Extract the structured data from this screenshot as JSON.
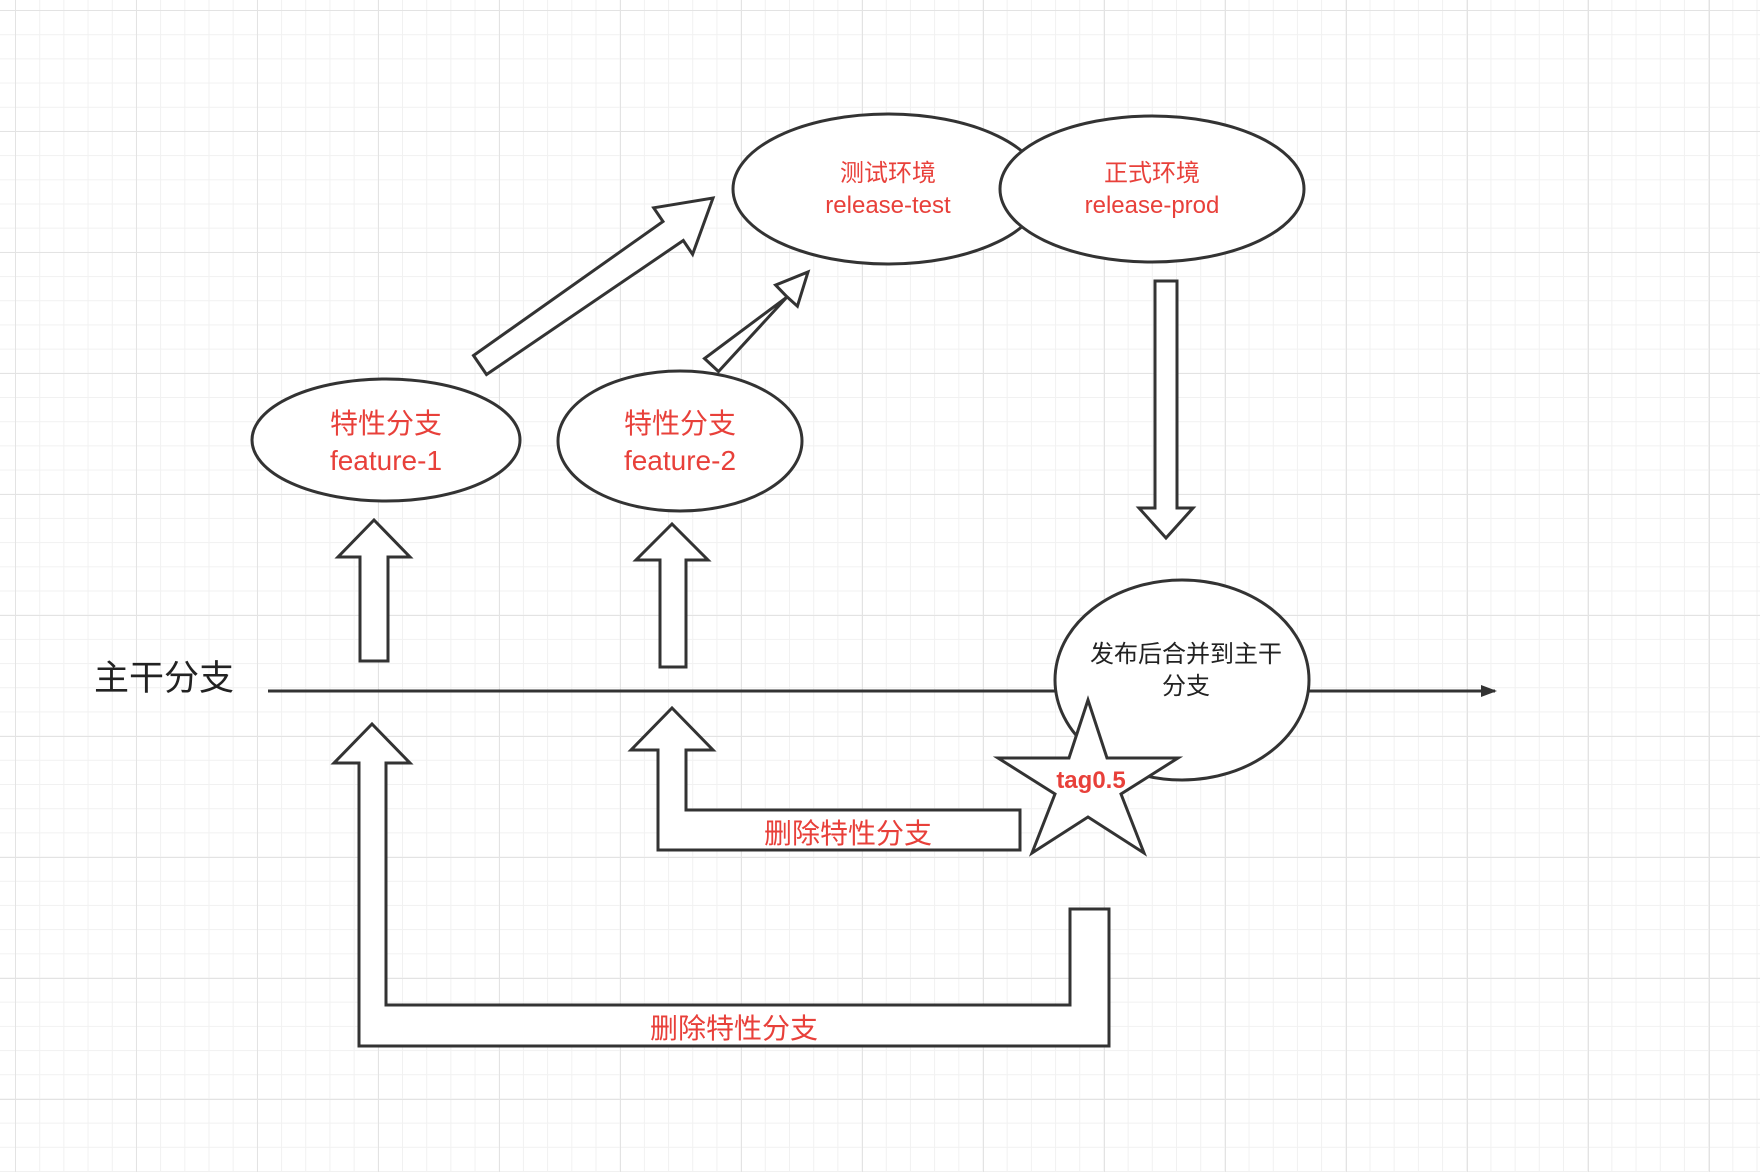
{
  "diagram": {
    "trunk_label": "主干分支",
    "feature1": {
      "title": "特性分支",
      "name": "feature-1"
    },
    "feature2": {
      "title": "特性分支",
      "name": "feature-2"
    },
    "test_env": {
      "title": "测试环境",
      "name": "release-test"
    },
    "prod_env": {
      "title": "正式环境",
      "name": "release-prod"
    },
    "merge_node": {
      "line1": "发布后合并到主干",
      "line2": "分支"
    },
    "tag": "tag0.5",
    "delete_label_top": "删除特性分支",
    "delete_label_bottom": "删除特性分支",
    "colors": {
      "red_text": "#e8403a",
      "stroke": "#333333",
      "dark_text": "#222222"
    }
  }
}
